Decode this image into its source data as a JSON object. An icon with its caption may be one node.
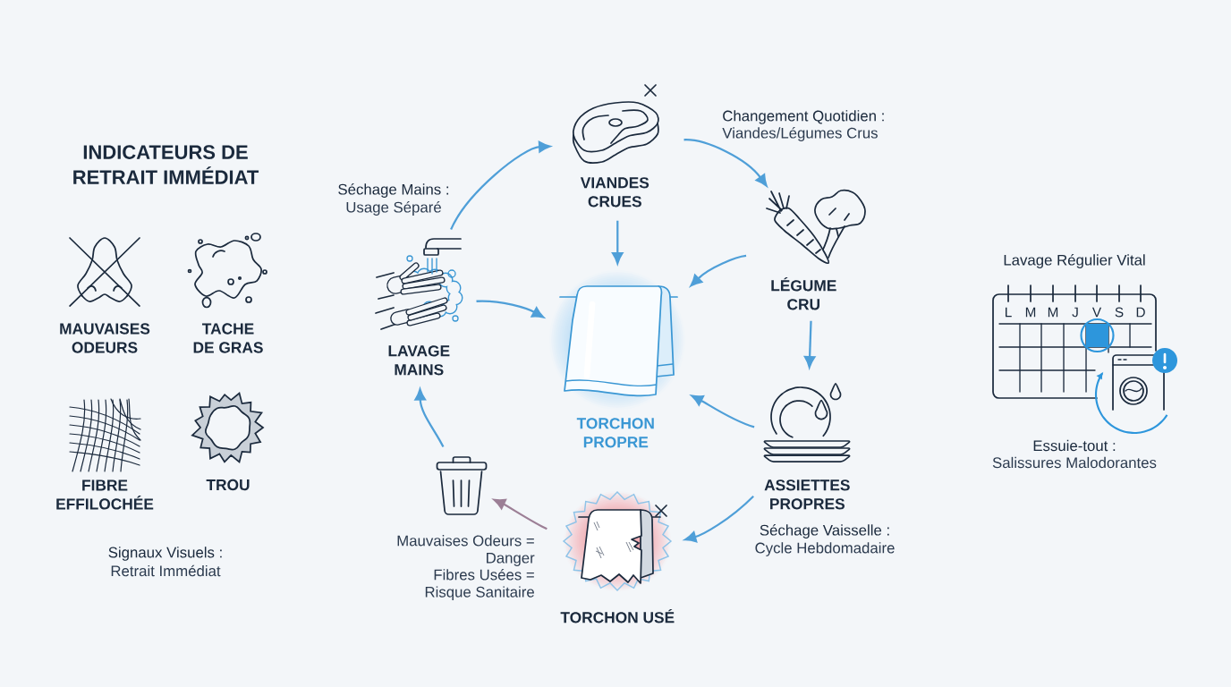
{
  "diagram": {
    "nodes": [
      {
        "text": [
          "VIANDES CRUES"
        ]
      },
      {
        "text": [
          "LÉGUME CRU"
        ]
      },
      {
        "text": [
          "LAVAGE MAINS"
        ]
      },
      {
        "text": [
          "TORCHON PROPRE"
        ]
      },
      {
        "text": [
          "ASSIETTES PROPRES"
        ]
      },
      {
        "text": [],
        "shape": "picture"
      },
      {
        "text": [
          "TORCHON USÉ"
        ]
      }
    ],
    "edges": [
      {
        "from": 2,
        "to": 0,
        "arrow": "to"
      },
      {
        "from": 0,
        "to": 1,
        "arrow": "to"
      },
      {
        "from": 1,
        "to": 4,
        "arrow": "to"
      },
      {
        "from": 4,
        "to": 6,
        "arrow": "to"
      },
      {
        "from": 6,
        "to": 5,
        "arrow": "to",
        "color": "#9c7f96"
      },
      {
        "from": 5,
        "to": 2,
        "arrow": "to"
      },
      {
        "from": 0,
        "to": 3,
        "arrow": "to"
      },
      {
        "from": 1,
        "to": 3,
        "arrow": "to"
      },
      {
        "from": 4,
        "to": 3,
        "arrow": "to"
      },
      {
        "from": 2,
        "to": 3,
        "arrow": "to"
      }
    ],
    "labels": [
      "INDICATEURS DE RETRAIT IMMÉDIAT",
      "MAUVAISES ODEURS",
      "TACHE DE GRAS",
      "FIBRE EFFILOCHÉE",
      "TROU",
      "Signaux Visuels :",
      "Retrait Immédiat",
      "Séchage Mains :",
      "Usage Séparé",
      "Changement Quotidien :",
      "Viandes/Légumes Crus",
      "Séchage Vaisselle :",
      "Cycle Hebdomadaire",
      "Mauvaises Odeurs = Danger",
      "Fibres Usées = Risque Sanitaire",
      "Lavage Régulier Vital",
      "L",
      "M",
      "M",
      "J",
      "V",
      "S",
      "D",
      "Essuie-tout :",
      "Salissures Malodorantes"
    ]
  }
}
